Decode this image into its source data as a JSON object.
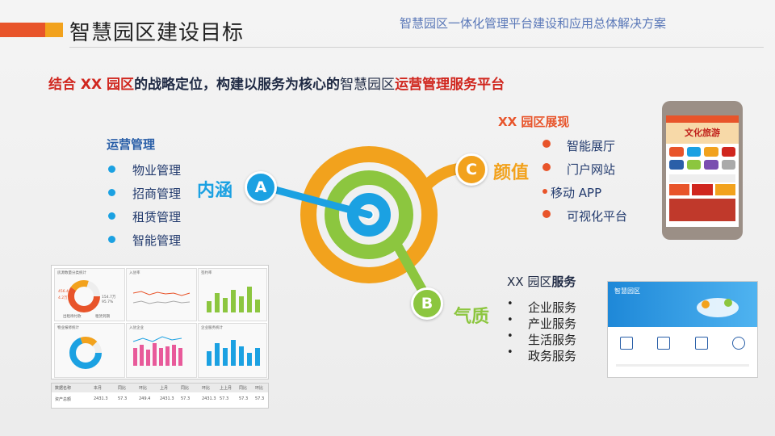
{
  "header": {
    "title": "智慧园区建设目标",
    "doc_title": "智慧园区一体化管理平台建设和应用总体解决方案"
  },
  "headline": {
    "part1": "结合 XX 园区",
    "part2": "的战略定位，构建以服务为核心的",
    "part3": "智慧园区",
    "part4": "运营管理服务平台"
  },
  "left": {
    "title": "运营管理",
    "items": [
      "物业管理",
      "招商管理",
      "租赁管理",
      "智能管理"
    ]
  },
  "target": {
    "a_letter": "A",
    "a_label": "内涵",
    "b_letter": "B",
    "b_label": "气质",
    "c_letter": "C",
    "c_label": "颜值"
  },
  "right_top": {
    "title": "XX 园区展现",
    "items": [
      "智能展厅",
      "门户网站",
      "移动 APP",
      "可视化平台"
    ]
  },
  "right_bottom": {
    "title_prefix": "XX 园区",
    "title_strong": "服务",
    "items": [
      "企业服务",
      "产业服务",
      "生活服务",
      "政务服务"
    ]
  },
  "dashboard": {
    "panels": [
      "房源数量分类统计",
      "入驻率",
      "签约率",
      "物业报修统计",
      "入驻企业",
      "企业服务统计"
    ],
    "donut1": [
      "456.4",
      "4.2万",
      "154.7万",
      "95.7%"
    ],
    "legend1": [
      "出租待付款",
      "租赁到期"
    ],
    "table": {
      "headers": [
        "数据名称",
        "本月",
        "同比",
        "环比",
        "上月",
        "同比",
        "环比",
        "上上月",
        "同比",
        "环比"
      ],
      "row": [
        "资产总额",
        "2431.3",
        "57.3",
        "249.4",
        "2431.3",
        "57.3",
        "2431.3",
        "57.3",
        "57.3",
        "57.3"
      ]
    }
  },
  "phone": {
    "banner": "文化旅游"
  },
  "web": {
    "logo": "智慧园区"
  },
  "colors": {
    "orange": "#f2a21d",
    "green": "#8cc63f",
    "blue": "#1ba1e2",
    "red": "#d0261e",
    "navy": "#2a5fa8"
  }
}
